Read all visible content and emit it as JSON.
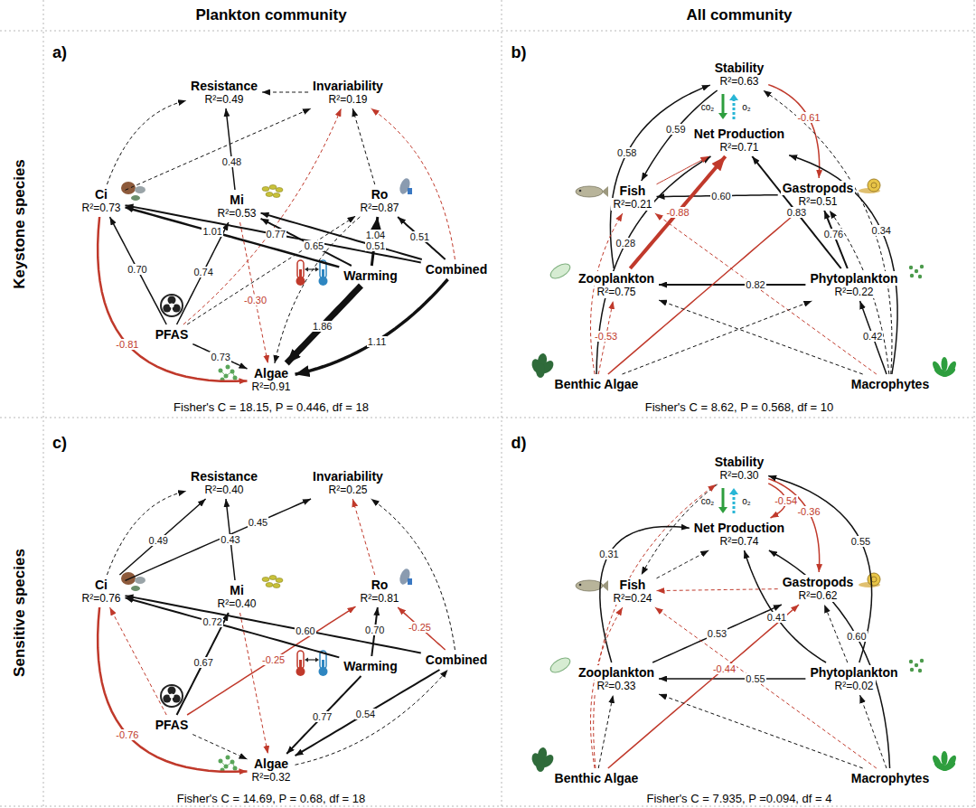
{
  "diagram": {
    "nodes": [
      {
        "text": [
          "Resistance",
          "R²=0.49"
        ]
      },
      {
        "text": [
          "Invariability",
          "R²=0.19"
        ]
      },
      {
        "text": [
          "Ci",
          "R²=0.73"
        ]
      },
      {
        "text": [
          "Mi",
          "R²=0.53"
        ]
      },
      {
        "text": [
          "Ro",
          "R²=0.87"
        ]
      },
      {
        "text": [
          "PFAS"
        ]
      },
      {
        "text": [
          "Warming"
        ]
      },
      {
        "text": [
          "Combined"
        ]
      },
      {
        "text": [
          "Algae",
          "R²=0.91"
        ]
      },
      {
        "text": [
          "Stability",
          "R²=0.63"
        ]
      },
      {
        "text": [
          "Net Production",
          "R²=0.71"
        ]
      },
      {
        "text": [
          "Fish",
          "R²=0.21"
        ]
      },
      {
        "text": [
          "Gastropods",
          "R²=0.51"
        ]
      },
      {
        "text": [
          "Zooplankton",
          "R²=0.75"
        ]
      },
      {
        "text": [
          "Phytoplankton",
          "R²=0.22"
        ]
      },
      {
        "text": [
          "Benthic Algae"
        ]
      },
      {
        "text": [
          "Macrophytes"
        ]
      },
      {
        "text": [
          "Resistance",
          "R²=0.40"
        ]
      },
      {
        "text": [
          "Invariability",
          "R²=0.25"
        ]
      },
      {
        "text": [
          "Ci",
          "R²=0.76"
        ]
      },
      {
        "text": [
          "Mi",
          "R²=0.40"
        ]
      },
      {
        "text": [
          "Ro",
          "R²=0.81"
        ]
      },
      {
        "text": [
          "PFAS"
        ]
      },
      {
        "text": [
          "Warming"
        ]
      },
      {
        "text": [
          "Combined"
        ]
      },
      {
        "text": [
          "Algae",
          "R²=0.32"
        ]
      },
      {
        "text": [
          "Stability",
          "R²=0.30"
        ]
      },
      {
        "text": [
          "Net Production",
          "R²=0.74"
        ]
      },
      {
        "text": [
          "Fish",
          "R²=0.24"
        ]
      },
      {
        "text": [
          "Gastropods",
          "R²=0.62"
        ]
      },
      {
        "text": [
          "Zooplankton",
          "R²=0.33"
        ]
      },
      {
        "text": [
          "Phytoplankton",
          "R²=0.02"
        ]
      },
      {
        "text": [
          "Benthic Algae"
        ]
      },
      {
        "text": [
          "Macrophytes"
        ]
      }
    ],
    "edges": [
      {
        "from": 2,
        "to": 0,
        "arrow": "to"
      },
      {
        "from": 3,
        "to": 0,
        "label": "0.48",
        "arrow": "to"
      },
      {
        "from": 2,
        "to": 1,
        "arrow": "to"
      },
      {
        "from": 1,
        "to": 0,
        "arrow": "to"
      },
      {
        "from": 4,
        "to": 1,
        "arrow": "to"
      },
      {
        "from": 5,
        "to": 1,
        "arrow": "to"
      },
      {
        "from": 7,
        "to": 1,
        "arrow": "to"
      },
      {
        "from": 5,
        "to": 2,
        "label": "0.70",
        "arrow": "to"
      },
      {
        "from": 5,
        "to": 3,
        "label": "0.74",
        "arrow": "to"
      },
      {
        "from": 5,
        "to": 4,
        "arrow": "to"
      },
      {
        "from": 5,
        "to": 8,
        "label": "0.73",
        "arrow": "to"
      },
      {
        "from": 6,
        "to": 2,
        "label": "1.01",
        "arrow": "to"
      },
      {
        "from": 6,
        "to": 3,
        "label": "0.65",
        "arrow": "to"
      },
      {
        "from": 6,
        "to": 4,
        "label": "1.04",
        "arrow": "to"
      },
      {
        "from": 6,
        "to": 8,
        "label": "1.86",
        "arrow": "to"
      },
      {
        "from": 7,
        "to": 2,
        "label": "0.77",
        "arrow": "to"
      },
      {
        "from": 7,
        "to": 3,
        "label": "0.51",
        "arrow": "to"
      },
      {
        "from": 7,
        "to": 4,
        "label": "0.51",
        "arrow": "to"
      },
      {
        "from": 7,
        "to": 8,
        "label": "1.11",
        "arrow": "to"
      },
      {
        "from": 2,
        "to": 8,
        "label": "-0.81",
        "arrow": "to"
      },
      {
        "from": 3,
        "to": 8,
        "label": "-0.30",
        "arrow": "to"
      },
      {
        "from": 4,
        "to": 8,
        "arrow": "to"
      },
      {
        "from": 13,
        "to": 9,
        "label": "0.58",
        "arrow": "to"
      },
      {
        "from": 9,
        "to": 11,
        "label": "0.59",
        "arrow": "to"
      },
      {
        "from": 9,
        "to": 12,
        "label": "-0.61",
        "arrow": "to"
      },
      {
        "from": 16,
        "to": 9,
        "arrow": "to"
      },
      {
        "from": 15,
        "to": 10,
        "label": "0.28",
        "arrow": "to"
      },
      {
        "from": 16,
        "to": 10,
        "label": "0.34",
        "arrow": "to"
      },
      {
        "from": 11,
        "to": 10,
        "arrow": "to"
      },
      {
        "from": 12,
        "to": 11,
        "label": "0.60",
        "arrow": "to"
      },
      {
        "from": 13,
        "to": 10,
        "label": "-0.88",
        "arrow": "to"
      },
      {
        "from": 14,
        "to": 10,
        "label": "0.83",
        "arrow": "to"
      },
      {
        "from": 14,
        "to": 12,
        "label": "0.76",
        "arrow": "to"
      },
      {
        "from": 14,
        "to": 13,
        "label": "0.82",
        "arrow": "to"
      },
      {
        "from": 16,
        "to": 14,
        "label": "0.42",
        "arrow": "to"
      },
      {
        "from": 15,
        "to": 13,
        "label": "-0.53",
        "arrow": "to"
      },
      {
        "from": 15,
        "to": 12,
        "arrow": "to"
      },
      {
        "from": 15,
        "to": 11,
        "arrow": "to"
      },
      {
        "from": 16,
        "to": 11,
        "arrow": "to"
      },
      {
        "from": 16,
        "to": 13,
        "arrow": "to"
      },
      {
        "from": 16,
        "to": 12,
        "arrow": "to"
      },
      {
        "from": 15,
        "to": 14,
        "arrow": "to"
      },
      {
        "from": 19,
        "to": 17,
        "arrow": "to"
      },
      {
        "from": 19,
        "to": 17,
        "label": "0.49",
        "arrow": "to"
      },
      {
        "from": 19,
        "to": 18,
        "label": "0.45",
        "arrow": "to"
      },
      {
        "from": 20,
        "to": 17,
        "label": "0.43",
        "arrow": "to"
      },
      {
        "from": 21,
        "to": 18,
        "arrow": "to"
      },
      {
        "from": 24,
        "to": 18,
        "arrow": "to"
      },
      {
        "from": 24,
        "to": 21,
        "label": "-0.25",
        "arrow": "to"
      },
      {
        "from": 22,
        "to": 20,
        "label": "0.67",
        "arrow": "to"
      },
      {
        "from": 22,
        "to": 21,
        "label": "-0.25",
        "arrow": "to"
      },
      {
        "from": 22,
        "to": 19,
        "arrow": "to"
      },
      {
        "from": 23,
        "to": 19,
        "label": "0.72",
        "arrow": "to"
      },
      {
        "from": 23,
        "to": 21,
        "label": "0.70",
        "arrow": "to"
      },
      {
        "from": 24,
        "to": 19,
        "label": "0.60",
        "arrow": "to"
      },
      {
        "from": 24,
        "to": 25,
        "label": "0.54",
        "arrow": "to"
      },
      {
        "from": 23,
        "to": 25,
        "label": "0.77",
        "arrow": "to"
      },
      {
        "from": 22,
        "to": 25,
        "arrow": "to"
      },
      {
        "from": 19,
        "to": 25,
        "label": "-0.76",
        "arrow": "to"
      },
      {
        "from": 20,
        "to": 25,
        "arrow": "to"
      },
      {
        "from": 25,
        "to": 24,
        "arrow": "to"
      },
      {
        "from": 26,
        "to": 27,
        "label": "-0.54",
        "arrow": "to"
      },
      {
        "from": 26,
        "to": 29,
        "label": "-0.36",
        "arrow": "to"
      },
      {
        "from": 26,
        "to": 28,
        "arrow": "to"
      },
      {
        "from": 32,
        "to": 26,
        "arrow": "to"
      },
      {
        "from": 31,
        "to": 26,
        "label": "0.55",
        "arrow": "to"
      },
      {
        "from": 30,
        "to": 27,
        "label": "0.31",
        "arrow": "to"
      },
      {
        "from": 31,
        "to": 27,
        "label": "0.41",
        "arrow": "to"
      },
      {
        "from": 33,
        "to": 27,
        "label": "0.60",
        "arrow": "to"
      },
      {
        "from": 29,
        "to": 28,
        "arrow": "to"
      },
      {
        "from": 28,
        "to": 27,
        "arrow": "to"
      },
      {
        "from": 30,
        "to": 29,
        "label": "0.53",
        "arrow": "to"
      },
      {
        "from": 31,
        "to": 30,
        "label": "0.55",
        "arrow": "to"
      },
      {
        "from": 32,
        "to": 29,
        "label": "-0.44",
        "arrow": "to"
      },
      {
        "from": 32,
        "to": 28,
        "arrow": "to"
      },
      {
        "from": 33,
        "to": 28,
        "arrow": "to"
      },
      {
        "from": 32,
        "to": 30,
        "arrow": "to"
      },
      {
        "from": 33,
        "to": 31,
        "arrow": "to"
      },
      {
        "from": 33,
        "to": 30,
        "arrow": "to"
      },
      {
        "from": 31,
        "to": 29,
        "arrow": "to"
      }
    ],
    "labels": [
      "Plankton community",
      "All community",
      "Keystone species",
      "Sensitive species",
      "a)",
      "b)",
      "Fisher's C = 18.15, P = 0.446, df = 18",
      "co₂",
      "o₂",
      "Fisher's C = 8.62, P = 0.568, df = 10",
      "c)",
      "Fisher's C = 14.69, P = 0.68, df = 18",
      "d)",
      "co₂",
      "o₂",
      "Fisher's C = 7.935, P =0.094, df = 4"
    ]
  }
}
